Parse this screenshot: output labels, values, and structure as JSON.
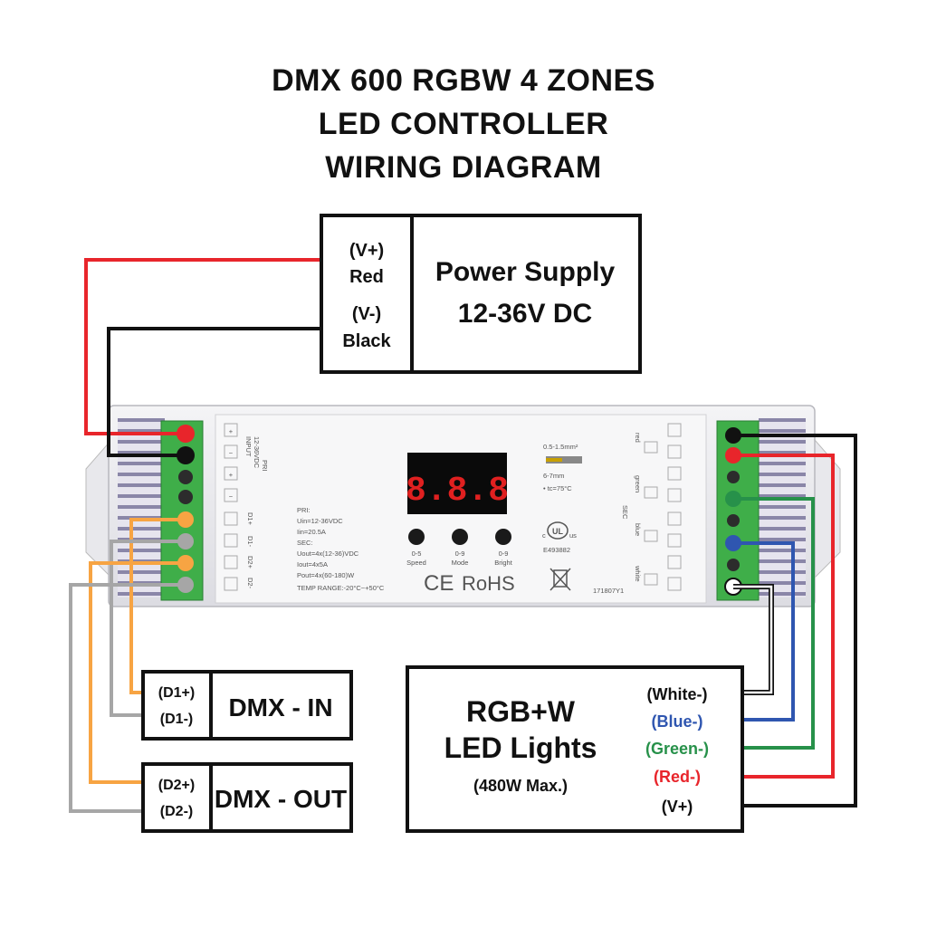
{
  "title": {
    "line1": "DMX 600 RGBW 4 ZONES",
    "line2": "LED CONTROLLER",
    "line3": "WIRING DIAGRAM"
  },
  "power_supply": {
    "vplus": "(V+)",
    "red": "Red",
    "vminus": "(V-)",
    "black": "Black",
    "name": "Power Supply",
    "voltage": "12-36V DC"
  },
  "dmx_in": {
    "d1plus": "(D1+)",
    "d1minus": "(D1-)",
    "label": "DMX - IN"
  },
  "dmx_out": {
    "d2plus": "(D2+)",
    "d2minus": "(D2-)",
    "label": "DMX - OUT"
  },
  "led_lights": {
    "line1": "RGB+W",
    "line2": "LED Lights",
    "max": "(480W Max.)",
    "white": "(White-)",
    "blue": "(Blue-)",
    "green": "(Green-)",
    "red": "(Red-)",
    "vplus": "(V+)"
  },
  "controller": {
    "display": "8.8.8",
    "input_label": "INPUT",
    "input_voltage": "12-36VDC",
    "pri_side": "PRI",
    "pri": "PRI:",
    "uin": "Uin=12-36VDC",
    "iin": "Iin=20.5A",
    "sec": "SEC:",
    "uout": "Uout=4x(12-36)VDC",
    "iout": "Iout=4x5A",
    "pout": "Pout=4x(60-180)W",
    "temp": "TEMP RANGE:-20°C~+50°C",
    "btn1_range": "0-5",
    "btn1_name": "Speed",
    "btn2_range": "0-9",
    "btn2_name": "Mode",
    "btn3_range": "0-9",
    "btn3_name": "Bright",
    "wire_size": "0.5-1.5mm²",
    "strip": "6-7mm",
    "tc": "• tc=75°C",
    "ul_c": "c",
    "ul_us": "us",
    "ul_mark": "UL",
    "ul_file": "E493882",
    "ce": "CE",
    "rohs": "RoHS",
    "model_code": "171807Y1",
    "sec_side": "SEC",
    "ch_red": "red",
    "ch_green": "green",
    "ch_blue": "blue",
    "ch_white": "white",
    "d1plus_term": "D1+",
    "d1_term": "D1-",
    "d2plus_term": "D2+",
    "d2_term": "D2-"
  },
  "colors": {
    "red": "#e8252b",
    "black": "#111111",
    "orange": "#f7a443",
    "gray": "#a6a6a6",
    "green": "#27914a",
    "blue": "#2f56b0",
    "terminal": "#41b04a"
  }
}
